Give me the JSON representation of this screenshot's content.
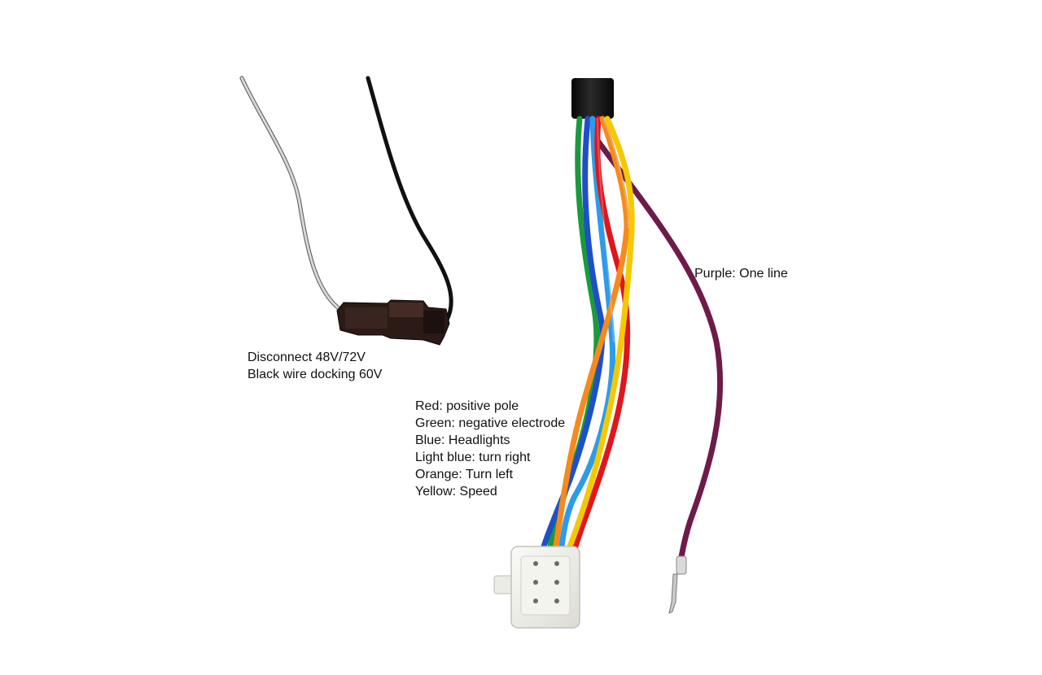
{
  "annotations": {
    "disconnect": {
      "line1": "Disconnect 48V/72V",
      "line2": "Black wire docking 60V"
    },
    "purple": "Purple: One line",
    "color_legend": [
      "Red: positive pole",
      "Green: negative electrode",
      "Blue: Headlights",
      "Light blue: turn right",
      "Orange: Turn left",
      "Yellow: Speed"
    ]
  },
  "wire_colors": {
    "red": "#e0161c",
    "green": "#1a9a3c",
    "blue": "#1f4fc8",
    "light_blue": "#2e9be8",
    "orange": "#f58a1f",
    "yellow": "#f5c800",
    "purple": "#6e1b4a",
    "black": "#151515",
    "silver": "#c8c8c8"
  }
}
